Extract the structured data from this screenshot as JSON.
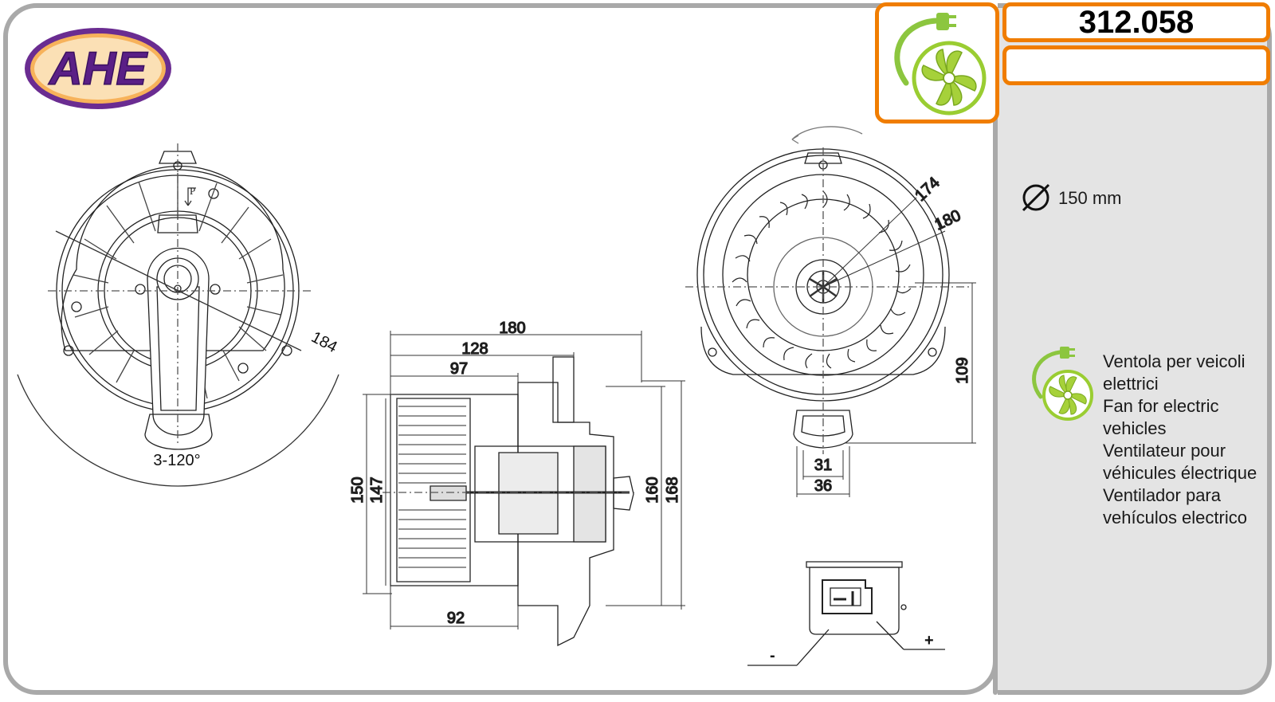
{
  "brand": {
    "logo_text": "AHE",
    "colors": {
      "logo_fill": "#6a2c91",
      "logo_outer": "#f39a2a",
      "accent_orange": "#f07d00",
      "fan_green": "#9acd32"
    }
  },
  "part": {
    "code": "312.058",
    "secondary": ""
  },
  "spec": {
    "diameter": "150 mm",
    "diameter_icon": "diameter-symbol-icon"
  },
  "description": [
    "Ventola per veicoli",
    "elettrici",
    "Fan for electric",
    "vehicles",
    "Ventilateur pour",
    "véhicules électrique",
    "Ventilador para",
    "vehículos electrico"
  ],
  "icons": {
    "ev_fan": "electric-fan-icon"
  },
  "dimensions": {
    "front_view": {
      "d184": "184",
      "angle": "3-120°",
      "mark_p": "P"
    },
    "side_view": {
      "d180": "180",
      "d128": "128",
      "d97": "97",
      "d92": "92",
      "d150": "150",
      "d147": "147",
      "d160": "160",
      "d168": "168"
    },
    "rear_view": {
      "d174": "174",
      "d180": "180",
      "d109": "109",
      "d31": "31",
      "d36": "36"
    },
    "connector": {
      "minus": "-",
      "plus": "+"
    }
  }
}
